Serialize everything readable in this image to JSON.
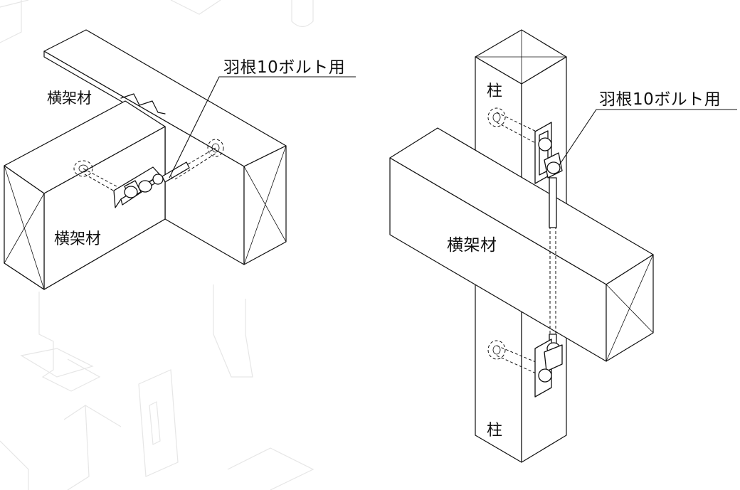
{
  "left": {
    "label_beam_top": "横架材",
    "label_beam_front": "横架材",
    "label_hardware": "羽根10ボルト用"
  },
  "right": {
    "label_post_top": "柱",
    "label_post_bottom": "柱",
    "label_beam": "横架材",
    "label_hardware": "羽根10ボルト用"
  },
  "colors": {
    "line": "#111111",
    "background": "#ffffff",
    "ghost": "#e6e6e6"
  }
}
